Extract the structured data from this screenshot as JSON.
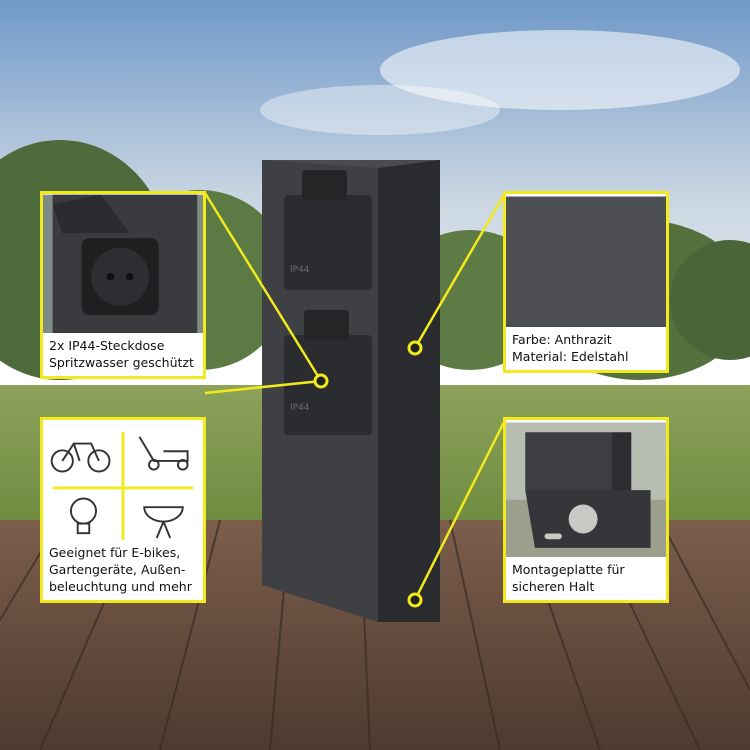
{
  "callouts": {
    "sockets": {
      "line1": "2x IP44-Steckdose",
      "line2": "Spritzwasser geschützt"
    },
    "material": {
      "line1": "Farbe: Anthrazit",
      "line2": "Material: Edelstahl"
    },
    "usage": {
      "line1": "Geeignet für E-bikes,",
      "line2": "Gartengeräte, Außen-",
      "line3": "beleuchtung und mehr"
    },
    "mounting": {
      "line1": "Montageplatte für",
      "line2": "sicheren Halt"
    }
  },
  "product": {
    "socket_marking": "IP44"
  },
  "icons": [
    "e-bike-icon",
    "lawn-mower-icon",
    "light-bulb-icon",
    "grill-icon"
  ],
  "colors": {
    "accent": "#f2ea1c",
    "housing": "#3b3c3f"
  }
}
